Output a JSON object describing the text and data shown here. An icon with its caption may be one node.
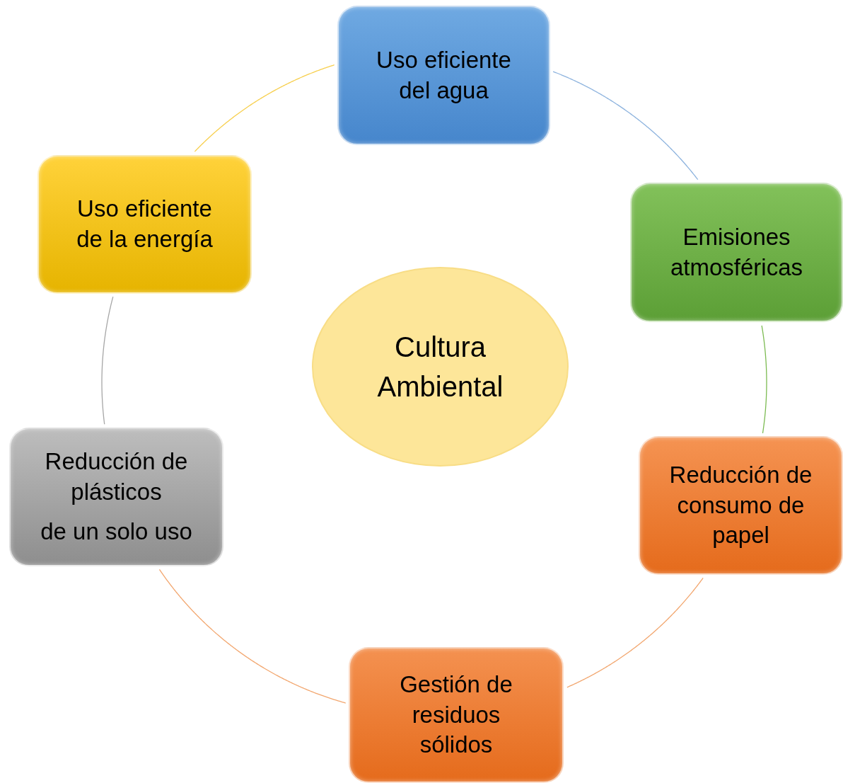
{
  "diagram": {
    "nodes": [
      {
        "text": [
          "Cultura Ambiental"
        ]
      },
      {
        "text": [
          "Uso eficiente del agua"
        ]
      },
      {
        "text": [
          "Emisiones atmosféricas"
        ]
      },
      {
        "text": [
          "Reducción de consumo de papel"
        ]
      },
      {
        "text": [
          "Gestión de residuos sólidos"
        ]
      },
      {
        "text": [
          "Reducción de plásticos",
          "de un solo uso"
        ]
      },
      {
        "text": [
          "Uso eficiente de la energía"
        ]
      }
    ],
    "edges": [
      {
        "from": 1,
        "to": 2,
        "arrow": "none",
        "color": "#8db3de"
      },
      {
        "from": 2,
        "to": 3,
        "arrow": "none",
        "color": "#7cbb52"
      },
      {
        "from": 3,
        "to": 4,
        "arrow": "none",
        "color": "#f2a66e"
      },
      {
        "from": 4,
        "to": 5,
        "arrow": "none",
        "color": "#f2a66e"
      },
      {
        "from": 5,
        "to": 6,
        "arrow": "none",
        "color": "#a6a6a6"
      },
      {
        "from": 6,
        "to": 1,
        "arrow": "none",
        "color": "#f7cf4d"
      }
    ]
  }
}
